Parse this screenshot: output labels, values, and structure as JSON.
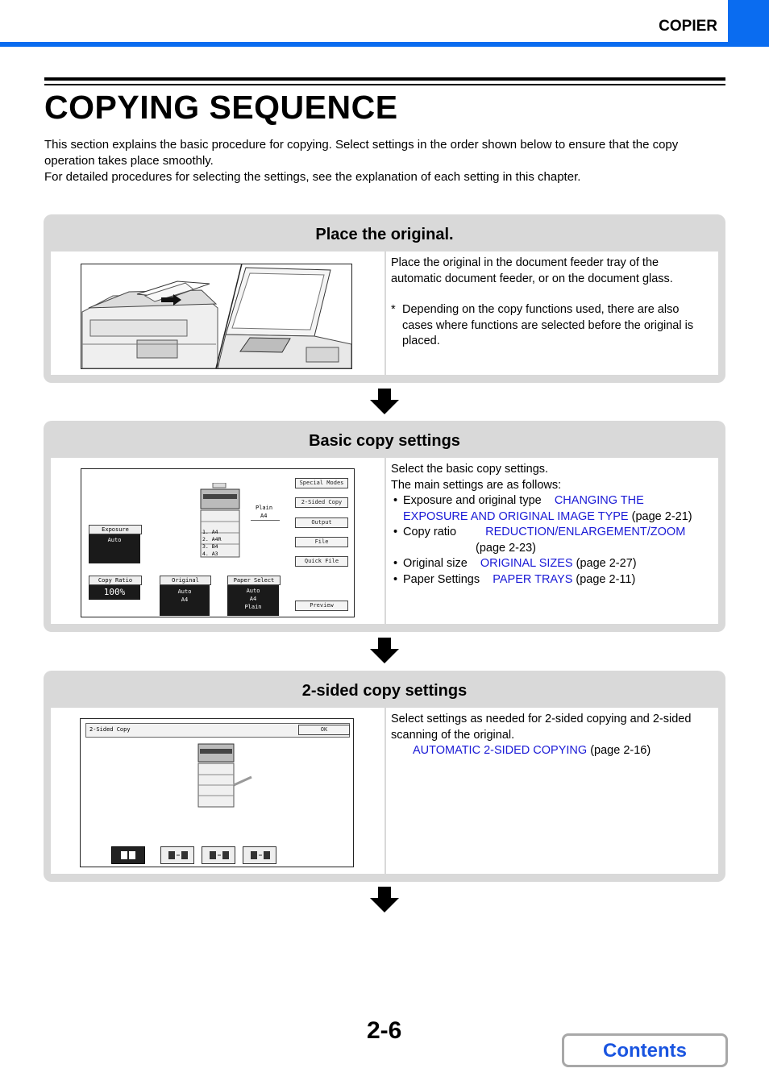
{
  "header": {
    "section_label": "COPIER"
  },
  "page": {
    "title": "COPYING SEQUENCE",
    "intro": [
      "This section explains the basic procedure for copying. Select settings in the order shown below to ensure that the copy operation takes place smoothly.",
      "For detailed procedures for selecting the settings, see the explanation of each setting in this chapter."
    ]
  },
  "steps": [
    {
      "heading": "Place the original.",
      "paragraph": "Place the original in the document feeder tray of the automatic document feeder, or on the document glass.",
      "note_mark": "*",
      "note": "Depending on the copy functions used, there are also cases where functions are selected before the original is placed."
    },
    {
      "heading": "Basic copy settings",
      "line1": "Select the basic copy settings.",
      "line2": "The main settings are as follows:",
      "items": [
        {
          "label": "Exposure and original type",
          "link": "CHANGING THE EXPOSURE AND ORIGINAL IMAGE TYPE",
          "ref": "(page 2-21)"
        },
        {
          "label": "Copy ratio",
          "link": "REDUCTION/ENLARGEMENT/ZOOM",
          "ref": "(page 2-23)"
        },
        {
          "label": "Original size",
          "link": "ORIGINAL SIZES",
          "ref": "(page 2-27)"
        },
        {
          "label": "Paper Settings",
          "link": "PAPER TRAYS",
          "ref": "(page 2-11)"
        }
      ],
      "screen": {
        "special_modes": "Special Modes",
        "two_sided_copy": "2-Sided Copy",
        "output": "Output",
        "file": "File",
        "quick_file": "Quick File",
        "preview": "Preview",
        "exposure": "Exposure",
        "exposure_value": "Auto",
        "copy_ratio": "Copy Ratio",
        "copy_ratio_value": "100%",
        "original": "Original",
        "original_value": "Auto",
        "original_size": "A4",
        "paper_select": "Paper Select",
        "paper_value1": "Auto",
        "paper_value2": "A4",
        "paper_value3": "Plain",
        "plain": "Plain",
        "a4": "A4",
        "trays": [
          "A4",
          "A4R",
          "B4",
          "A3"
        ]
      }
    },
    {
      "heading": "2-sided copy settings",
      "paragraph": "Select settings as needed for 2-sided copying and 2-sided scanning of the original.",
      "link": "AUTOMATIC 2-SIDED COPYING",
      "ref": "(page 2-16)",
      "screen": {
        "title": "2-Sided Copy",
        "ok": "OK"
      }
    }
  ],
  "footer": {
    "page_number": "2-6",
    "contents_button": "Contents"
  },
  "colors": {
    "accent": "#0a6cf0",
    "panel": "#d9d9d9",
    "link": "#1a1ad6"
  }
}
